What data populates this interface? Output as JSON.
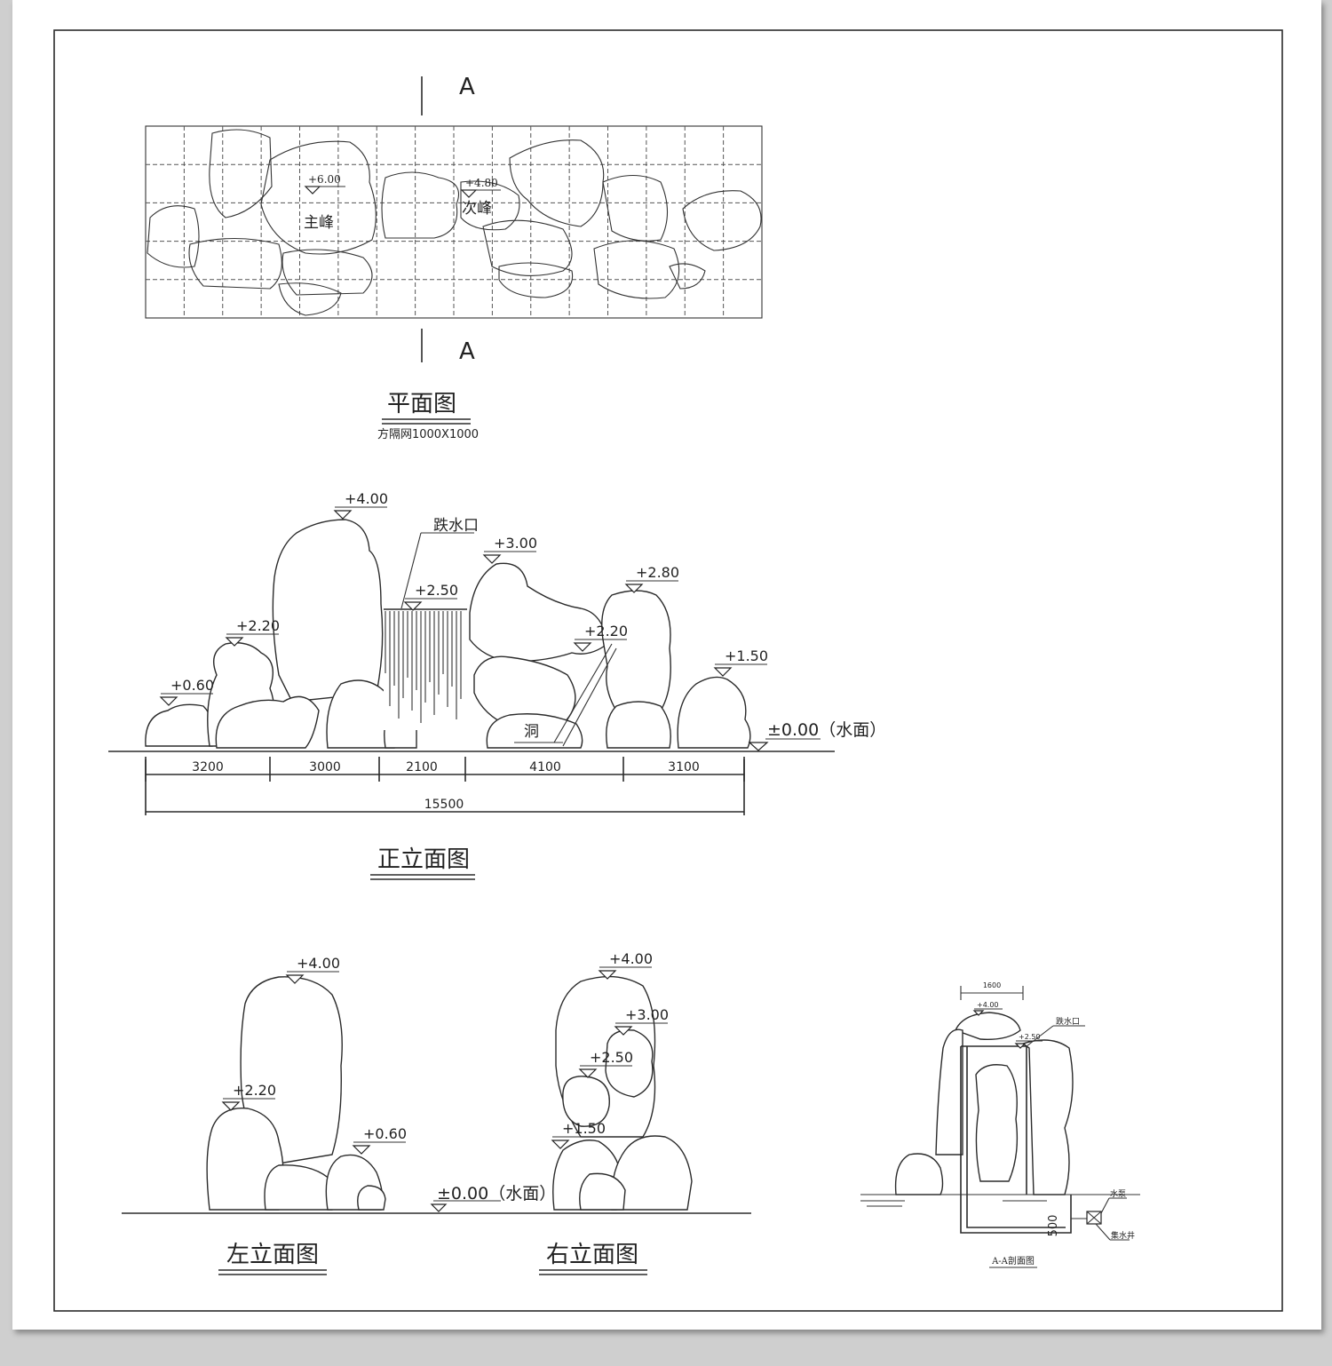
{
  "section_marks": {
    "a_top": "A",
    "a_bottom": "A"
  },
  "plan": {
    "title": "平面图",
    "subtitle": "方隔网1000X1000",
    "main_peak_label": "主峰",
    "main_peak_level": "+6.00",
    "secondary_peak_label": "次峰",
    "secondary_peak_level": "+4.80"
  },
  "front_elevation": {
    "title": "正立面图",
    "levels": [
      "+4.00",
      "+3.00",
      "+2.80",
      "+2.50",
      "+2.20",
      "+2.20",
      "+1.50",
      "+0.60"
    ],
    "waterfall_label": "跌水口",
    "cave_label": "洞",
    "water_level": "±0.00（水面）",
    "dimensions": [
      "3200",
      "3000",
      "2100",
      "4100",
      "3100"
    ],
    "total_dimension": "15500"
  },
  "left_elevation": {
    "title": "左立面图",
    "levels": [
      "+4.00",
      "+2.20",
      "+0.60"
    ]
  },
  "right_elevation": {
    "title": "右立面图",
    "levels": [
      "+4.00",
      "+3.00",
      "+2.50",
      "+1.50"
    ],
    "water_level": "±0.00（水面）"
  },
  "section_aa": {
    "title": "A-A剖面图",
    "top_dimension": "1600",
    "levels": [
      "+4.00",
      "+2.50"
    ],
    "waterfall_label": "跌水口",
    "pump_label": "水泵",
    "sump_label": "集水井",
    "depth_dimension": "500"
  }
}
